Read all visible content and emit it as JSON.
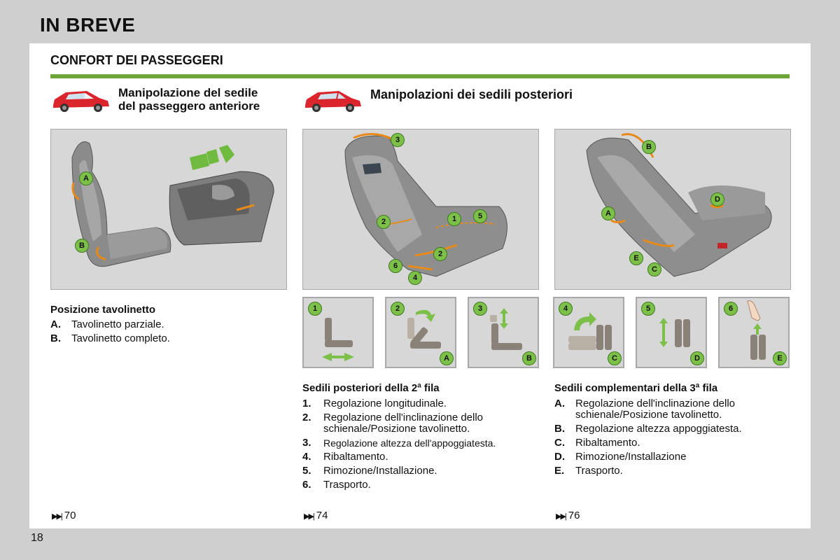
{
  "header": {
    "title": "IN BREVE"
  },
  "section": {
    "title": "CONFORT DEI PASSEGGERI"
  },
  "front": {
    "heading_line1": "Manipolazione del sedile",
    "heading_line2": "del passeggero anteriore",
    "list_title": "Posizione tavolinetto",
    "items": [
      {
        "key": "A.",
        "text": "Tavolinetto parziale."
      },
      {
        "key": "B.",
        "text": "Tavolinetto completo."
      }
    ],
    "ref": "70",
    "photo_badges": [
      "A",
      "B"
    ]
  },
  "rear": {
    "heading": "Manipolazioni dei sedili posteriori",
    "second_row": {
      "photo_badges": [
        "3",
        "2",
        "1",
        "5",
        "2",
        "6",
        "4"
      ],
      "list_title": "Sedili posteriori della 2ª fila",
      "items": [
        {
          "key": "1.",
          "text": "Regolazione longitudinale."
        },
        {
          "key": "2.",
          "text": "Regolazione dell'inclinazione dello schienale/Posizione tavolinetto."
        },
        {
          "key": "3.",
          "text": "Regolazione altezza dell'appoggiatesta."
        },
        {
          "key": "4.",
          "text": "Ribaltamento."
        },
        {
          "key": "5.",
          "text": "Rimozione/Installazione."
        },
        {
          "key": "6.",
          "text": "Trasporto."
        }
      ],
      "ref": "74"
    },
    "third_row": {
      "photo_badges": [
        "B",
        "D",
        "A",
        "E",
        "C"
      ],
      "list_title": "Sedili complementari della 3ª fila",
      "items": [
        {
          "key": "A.",
          "text": "Regolazione dell'inclinazione dello schienale/Posizione tavolinetto."
        },
        {
          "key": "B.",
          "text": "Regolazione altezza appoggiatesta."
        },
        {
          "key": "C.",
          "text": "Ribaltamento."
        },
        {
          "key": "D.",
          "text": "Rimozione/Installazione"
        },
        {
          "key": "E.",
          "text": "Trasporto."
        }
      ],
      "ref": "76"
    },
    "thumbnails": [
      {
        "num": "1",
        "letter": ""
      },
      {
        "num": "2",
        "letter": "A"
      },
      {
        "num": "3",
        "letter": "B"
      },
      {
        "num": "4",
        "letter": "C"
      },
      {
        "num": "5",
        "letter": "D"
      },
      {
        "num": "6",
        "letter": "E"
      }
    ]
  },
  "page_number": "18",
  "colors": {
    "accent_green": "#6ea53a",
    "badge_green": "#7cc04a",
    "car_red": "#d9252b",
    "highlight_orange": "#e88a1a"
  }
}
